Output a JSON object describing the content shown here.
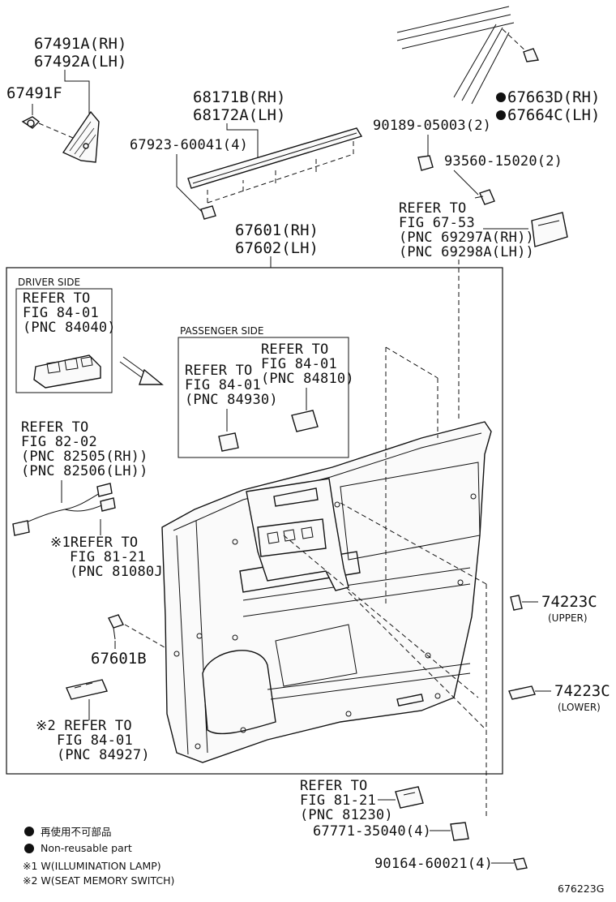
{
  "labels": {
    "p67491a": "67491A(RH)",
    "p67492a": "67492A(LH)",
    "p67491f": "67491F",
    "p68171b": "68171B(RH)",
    "p68172a": "68172A(LH)",
    "p67923": "67923-60041(4)",
    "p67663d": "67663D(RH)",
    "p67664c": "67664C(LH)",
    "p90189": "90189-05003(2)",
    "p93560": "93560-15020(2)",
    "ref6753_1": "REFER TO",
    "ref6753_2": "FIG 67-53",
    "ref6753_3": "(PNC 69297A(RH))",
    "ref6753_4": "(PNC 69298A(LH))",
    "p67601": "67601(RH)",
    "p67602": "67602(LH)",
    "driver_side": "DRIVER SIDE",
    "ref84040_1": "REFER TO",
    "ref84040_2": "FIG 84-01",
    "ref84040_3": "(PNC 84040)",
    "passenger_side": "PASSENGER SIDE",
    "ref84810_1": "REFER TO",
    "ref84810_2": "FIG 84-01",
    "ref84810_3": "(PNC 84810)",
    "ref84930_1": "REFER TO",
    "ref84930_2": "FIG 84-01",
    "ref84930_3": "(PNC 84930)",
    "ref8202_1": "REFER TO",
    "ref8202_2": "FIG 82-02",
    "ref8202_3": "(PNC 82505(RH))",
    "ref8202_4": "(PNC 82506(LH))",
    "ref81080_1": "※1REFER TO",
    "ref81080_2": "FIG 81-21",
    "ref81080_3": "(PNC 81080J)",
    "p67601b": "67601B",
    "ref84927_1": "※2 REFER TO",
    "ref84927_2": "FIG 84-01",
    "ref84927_3": "(PNC 84927)",
    "p74223c_u": "74223C",
    "upper": "(UPPER)",
    "p74223c_l": "74223C",
    "lower": "(LOWER)",
    "ref81230_1": "REFER TO",
    "ref81230_2": "FIG 81-21",
    "ref81230_3": "(PNC 81230)",
    "p67771": "67771-35040(4)",
    "p90164": "90164-60021(4)",
    "legend1": "再使用不可部品",
    "legend2": "Non-reusable part",
    "legend3": "※1 W(ILLUMINATION LAMP)",
    "legend4": "※2 W(SEAT MEMORY SWITCH)",
    "diagram_id": "676223G"
  }
}
